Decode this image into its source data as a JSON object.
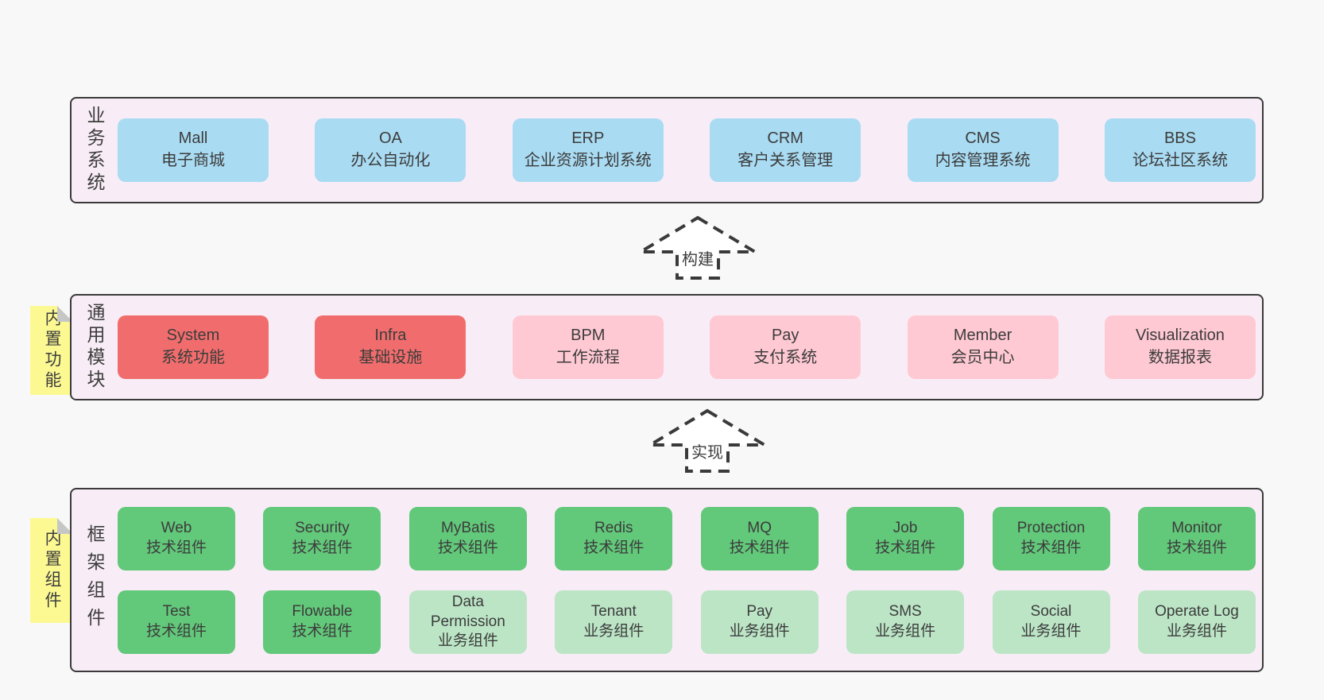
{
  "colors": {
    "bg": "#f8f8f8",
    "panel": "#f8edf6",
    "border": "#3a3a3a",
    "text": "#3c3c3c",
    "blue": "#a9dbf2",
    "red": "#f16d6d",
    "pink": "#ffc9d3",
    "green": "#62c87a",
    "green_light": "#bce5c6",
    "yellow": "#fcf993",
    "fold": "#c6c6c6",
    "arrow_fill": "#ffffff"
  },
  "sections": {
    "business": {
      "label": "业务系统",
      "items": [
        {
          "en": "Mall",
          "zh": "电子商城",
          "variant": "blue"
        },
        {
          "en": "OA",
          "zh": "办公自动化",
          "variant": "blue"
        },
        {
          "en": "ERP",
          "zh": "企业资源计划系统",
          "variant": "blue"
        },
        {
          "en": "CRM",
          "zh": "客户关系管理",
          "variant": "blue"
        },
        {
          "en": "CMS",
          "zh": "内容管理系统",
          "variant": "blue"
        },
        {
          "en": "BBS",
          "zh": "论坛社区系统",
          "variant": "blue"
        }
      ]
    },
    "arrow_build": {
      "label": "构建"
    },
    "modules": {
      "label": "通用模块",
      "note": "内置功能",
      "items": [
        {
          "en": "System",
          "zh": "系统功能",
          "variant": "red"
        },
        {
          "en": "Infra",
          "zh": "基础设施",
          "variant": "red"
        },
        {
          "en": "BPM",
          "zh": "工作流程",
          "variant": "pink"
        },
        {
          "en": "Pay",
          "zh": "支付系统",
          "variant": "pink"
        },
        {
          "en": "Member",
          "zh": "会员中心",
          "variant": "pink"
        },
        {
          "en": "Visualization",
          "zh": "数据报表",
          "variant": "pink"
        }
      ]
    },
    "arrow_implement": {
      "label": "实现"
    },
    "framework": {
      "label": "框架组件",
      "note": "内置组件",
      "rows": [
        [
          {
            "en": "Web",
            "zh": "技术组件",
            "variant": "green"
          },
          {
            "en": "Security",
            "zh": "技术组件",
            "variant": "green"
          },
          {
            "en": "MyBatis",
            "zh": "技术组件",
            "variant": "green"
          },
          {
            "en": "Redis",
            "zh": "技术组件",
            "variant": "green"
          },
          {
            "en": "MQ",
            "zh": "技术组件",
            "variant": "green"
          },
          {
            "en": "Job",
            "zh": "技术组件",
            "variant": "green"
          },
          {
            "en": "Protection",
            "zh": "技术组件",
            "variant": "green"
          },
          {
            "en": "Monitor",
            "zh": "技术组件",
            "variant": "green"
          }
        ],
        [
          {
            "en": "Test",
            "zh": "技术组件",
            "variant": "green"
          },
          {
            "en": "Flowable",
            "zh": "技术组件",
            "variant": "green"
          },
          {
            "en": "Data Permission",
            "zh": "业务组件",
            "variant": "green-light"
          },
          {
            "en": "Tenant",
            "zh": "业务组件",
            "variant": "green-light"
          },
          {
            "en": "Pay",
            "zh": "业务组件",
            "variant": "green-light"
          },
          {
            "en": "SMS",
            "zh": "业务组件",
            "variant": "green-light"
          },
          {
            "en": "Social",
            "zh": "业务组件",
            "variant": "green-light"
          },
          {
            "en": "Operate Log",
            "zh": "业务组件",
            "variant": "green-light"
          }
        ]
      ]
    }
  }
}
